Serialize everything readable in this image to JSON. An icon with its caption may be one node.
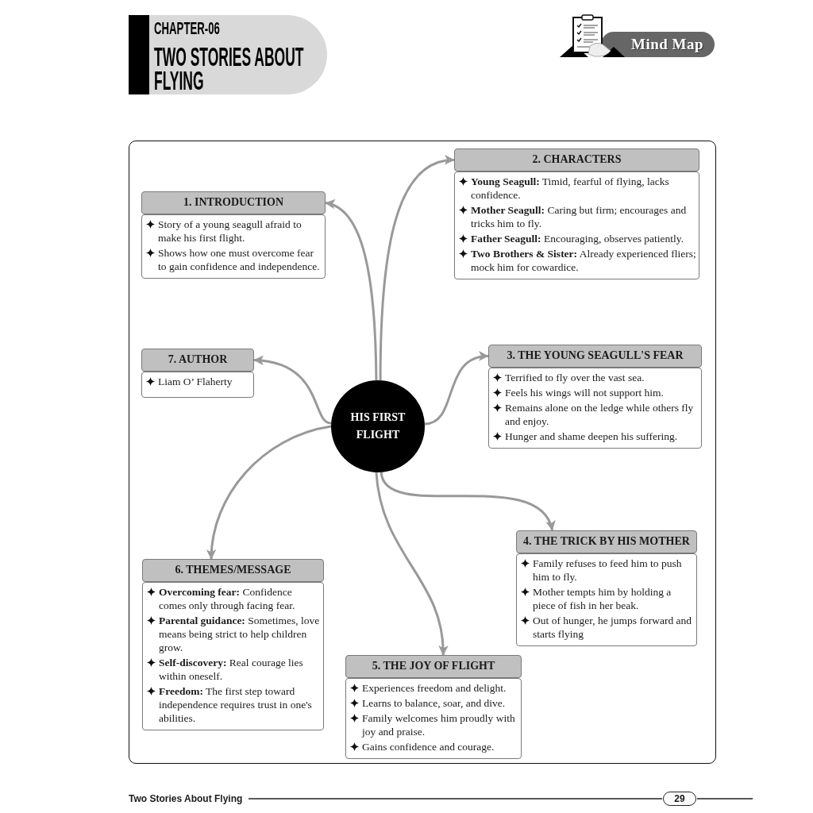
{
  "diagram": {
    "nodes": [
      {
        "text": [
          "CHAPTER-06",
          "TWO STORIES ABOUT FLYING"
        ]
      },
      {
        "text": [
          "Mind Map"
        ]
      },
      {
        "text": [
          "HIS FIRST FLIGHT"
        ]
      },
      {
        "text": [
          "1. INTRODUCTION"
        ]
      },
      {
        "text": [
          "Story of a young seagull afraid to make his first flight.",
          "Shows how one must overcome fear to gain confidence and independence."
        ]
      },
      {
        "text": [
          "2. CHARACTERS"
        ]
      },
      {
        "text": [
          "**Young Seagull:** Timid, fearful of flying, lacks confidence.",
          "**Mother Seagull:** Caring but firm; encourages and tricks him to fly.",
          "**Father Seagull:** Encouraging, observes patiently.",
          "**Two Brothers & Sister:** Already experienced fliers; mock him for cowardice."
        ]
      },
      {
        "text": [
          "3. THE YOUNG SEAGULL'S FEAR"
        ]
      },
      {
        "text": [
          "Terrified to fly over the vast sea.",
          "Feels his wings will not support him.",
          "Remains alone on the ledge while others fly and enjoy.",
          "Hunger and shame deepen his suffering."
        ]
      },
      {
        "text": [
          "4. THE TRICK BY HIS MOTHER"
        ]
      },
      {
        "text": [
          "Family refuses to feed him to push him to fly.",
          "Mother tempts him by holding a piece of fish in her beak.",
          "Out of hunger, he jumps forward and starts flying"
        ]
      },
      {
        "text": [
          "5. THE JOY OF FLIGHT"
        ]
      },
      {
        "text": [
          "Experiences freedom and delight.",
          "Learns to balance, soar, and dive.",
          "Family welcomes him proudly with joy and praise.",
          "Gains confidence and courage."
        ]
      },
      {
        "text": [
          "6. THEMES/MESSAGE"
        ]
      },
      {
        "text": [
          "**Overcoming fear:** Confidence comes only through facing fear.",
          "**Parental guidance:** Sometimes, love means being strict to help children grow.",
          "**Self-discovery:** Real courage lies within oneself.",
          "**Freedom:** The first step toward independence requires trust in one's abilities."
        ]
      },
      {
        "text": [
          "7. AUTHOR"
        ]
      },
      {
        "text": [
          "Liam O’ Flaherty"
        ]
      },
      {
        "text": [
          "29"
        ]
      }
    ],
    "edges": [
      {
        "from": 2,
        "to": 3,
        "arrow": "to"
      },
      {
        "from": 2,
        "to": 5,
        "arrow": "to"
      },
      {
        "from": 2,
        "to": 7,
        "arrow": "to"
      },
      {
        "from": 2,
        "to": 9,
        "arrow": "to"
      },
      {
        "from": 2,
        "to": 11,
        "arrow": "to"
      },
      {
        "from": 2,
        "to": 13,
        "arrow": "to"
      },
      {
        "from": 2,
        "to": 15,
        "arrow": "to"
      }
    ],
    "labels": [
      "Two Stories About Flying"
    ]
  }
}
